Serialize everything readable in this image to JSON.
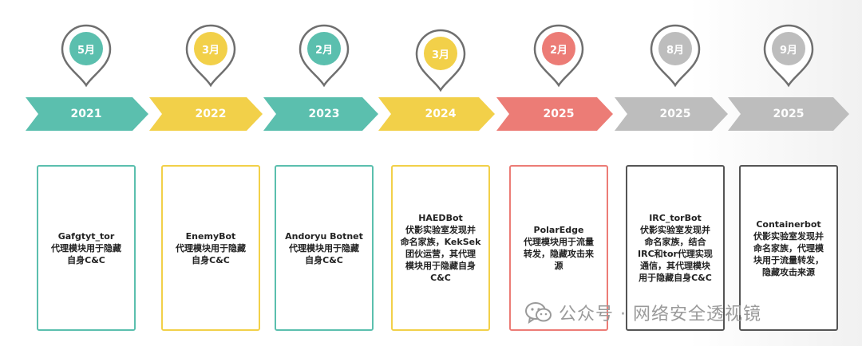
{
  "colors": {
    "teal": "#5bbfae",
    "yellow": "#f2d049",
    "red": "#ec7c76",
    "gray": "#bdbdbd",
    "pin_outline": "#6f6f6f"
  },
  "events": [
    {
      "month": "5月",
      "year": "2021",
      "color": "teal",
      "text": "Gafgtyt_tor\n代理模块用于隐藏\n自身C&C"
    },
    {
      "month": "3月",
      "year": "2022",
      "color": "yellow",
      "text": "EnemyBot\n代理模块用于隐藏\n自身C&C"
    },
    {
      "month": "2月",
      "year": "2023",
      "color": "teal",
      "text": "Andoryu Botnet\n代理模块用于隐藏\n自身C&C"
    },
    {
      "month": "3月",
      "year": "2024",
      "color": "yellow",
      "text": "HAEDBot\n伏影实验室发现并\n命名家族，KekSek\n团伙运营，其代理\n模块用于隐藏自身\nC&C"
    },
    {
      "month": "2月",
      "year": "2025",
      "color": "red",
      "text": "PolarEdge\n代理模块用于流量\n转发，隐藏攻击来\n源"
    },
    {
      "month": "8月",
      "year": "2025",
      "color": "gray",
      "text": "IRC_torBot\n伏影实验室发现并\n命名家族，结合\nIRC和tor代理实现\n通信，其代理模块\n用于隐藏自身C&C"
    },
    {
      "month": "9月",
      "year": "2025",
      "color": "gray",
      "text": "Containerbot\n伏影实验室发现并\n命名家族，代理模\n块用于流量转发，\n隐藏攻击来源"
    }
  ],
  "watermark": {
    "icon": "wechat-icon",
    "text": "公众号 · 网络安全透视镜"
  }
}
